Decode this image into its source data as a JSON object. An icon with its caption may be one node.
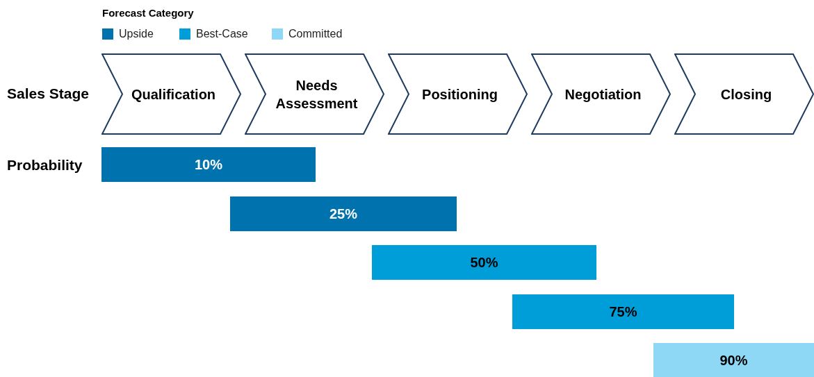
{
  "diagram": {
    "nodes": [
      {
        "text": [
          "Qualification"
        ]
      },
      {
        "text": [
          "Needs Assessment"
        ]
      },
      {
        "text": [
          "Positioning"
        ]
      },
      {
        "text": [
          "Negotiation"
        ]
      },
      {
        "text": [
          "Closing"
        ]
      },
      {
        "text": [
          "10%"
        ]
      },
      {
        "text": [
          "25%"
        ]
      },
      {
        "text": [
          "50%"
        ]
      },
      {
        "text": [
          "75%"
        ]
      },
      {
        "text": [
          "90%"
        ]
      }
    ],
    "labels": [
      "Forecast Category",
      "Sales Stage",
      "Probability"
    ],
    "legend": [
      {
        "text": "Upside",
        "color": "#0072ad"
      },
      {
        "text": "Best-Case",
        "color": "#009ed8"
      },
      {
        "text": "Committed",
        "color": "#8fd8f5"
      }
    ]
  }
}
